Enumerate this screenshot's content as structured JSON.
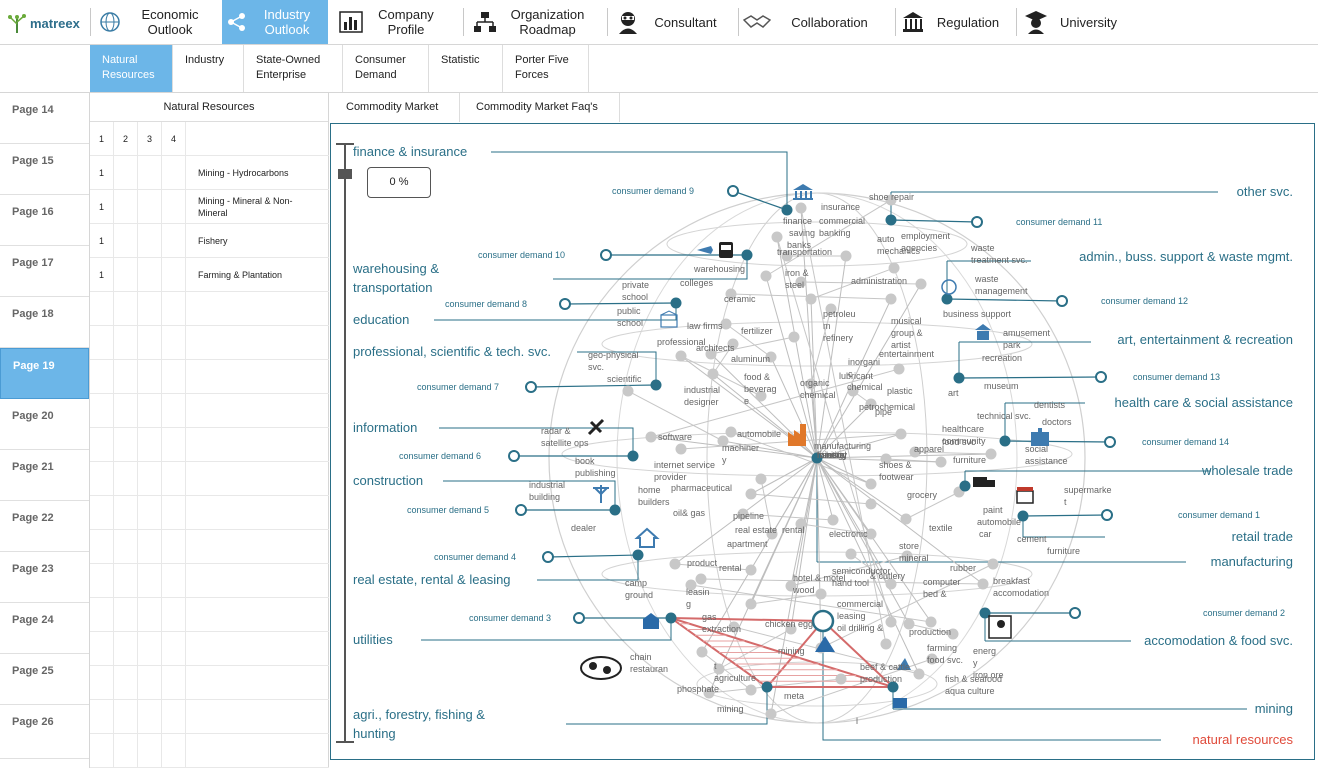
{
  "app": {
    "name": "matreex"
  },
  "topnav": [
    {
      "label": "Economic Outlook",
      "icon": "globe-icon"
    },
    {
      "label": "Industry Outlook",
      "icon": "share-icon",
      "active": true
    },
    {
      "label": "Company Profile",
      "icon": "bar-chart-icon"
    },
    {
      "label": "Organization Roadmap",
      "icon": "org-chart-icon"
    },
    {
      "label": "Consultant",
      "icon": "consultant-icon"
    },
    {
      "label": "Collaboration",
      "icon": "handshake-icon"
    },
    {
      "label": "Regulation",
      "icon": "courthouse-icon"
    },
    {
      "label": "University",
      "icon": "graduate-icon"
    }
  ],
  "subtabs": [
    {
      "label": "Natural Resources",
      "active": true
    },
    {
      "label": "Industry"
    },
    {
      "label": "State-Owned Enterprise"
    },
    {
      "label": "Consumer Demand"
    },
    {
      "label": "Statistic"
    },
    {
      "label": "Porter Five Forces"
    }
  ],
  "pages": [
    {
      "label": "Page 14"
    },
    {
      "label": "Page 15"
    },
    {
      "label": "Page 16"
    },
    {
      "label": "Page 17"
    },
    {
      "label": "Page 18"
    },
    {
      "label": "Page 19",
      "active": true
    },
    {
      "label": "Page 20"
    },
    {
      "label": "Page 21"
    },
    {
      "label": "Page 22"
    },
    {
      "label": "Page 23"
    },
    {
      "label": "Page 24"
    },
    {
      "label": "Page 25"
    },
    {
      "label": "Page 26"
    }
  ],
  "panel": {
    "title": "Natural Resources",
    "columns": [
      "1",
      "2",
      "3",
      "4"
    ],
    "rows": [
      {
        "level": "1",
        "name": "Mining - Hydrocarbons"
      },
      {
        "level": "1",
        "name": "Mining - Mineral & Non-Mineral"
      },
      {
        "level": "1",
        "name": "Fishery"
      },
      {
        "level": "1",
        "name": "Farming & Plantation"
      }
    ]
  },
  "content_tabs": [
    {
      "label": "Commodity Market"
    },
    {
      "label": "Commodity Market Faq's"
    }
  ],
  "slider": {
    "value": "0 %"
  },
  "sectors_left": [
    "finance & insurance",
    "warehousing &",
    "transportation",
    "education",
    "professional, scientific & tech. svc.",
    "information",
    "construction",
    "real estate, rental & leasing",
    "utilities",
    "agri., forestry, fishing &",
    "hunting"
  ],
  "sectors_right": [
    "other svc.",
    "admin., buss. support & waste mgmt.",
    "art, entertainment & recreation",
    "health care & social assistance",
    "wholesale trade",
    "retail trade",
    "manufacturing",
    "accomodation & food svc.",
    "mining"
  ],
  "highlight_sector": "natural resources",
  "consumer_demand": [
    "consumer demand 9",
    "consumer demand 10",
    "consumer demand 8",
    "consumer demand 7",
    "consumer demand 6",
    "consumer demand 5",
    "consumer demand 4",
    "consumer demand 3",
    "consumer demand 11",
    "consumer demand 12",
    "consumer demand 13",
    "consumer demand 14",
    "consumer demand 1",
    "consumer demand 2"
  ],
  "nodes": [
    "insurance",
    "shoe repair",
    "commercial",
    "banking",
    "finance",
    "saving",
    "banks",
    "transportation",
    "auto",
    "mechanics",
    "employment",
    "agencies",
    "waste",
    "treatment svc.",
    "warehousing",
    "colleges",
    "iron &",
    "steel",
    "administration",
    "waste",
    "management",
    "private",
    "school",
    "ceramic",
    "public",
    "school",
    "law firms",
    "fertilizer",
    "petroleu",
    "m",
    "refinery",
    "musical",
    "group &",
    "artist",
    "business support",
    "professional",
    "architects",
    "aluminum",
    "lubricant",
    "inorgani",
    "c",
    "entertainment",
    "amusement",
    "park",
    "recreation",
    "geo-physical",
    "svc.",
    "scientific",
    "food &",
    "beverag",
    "e",
    "organic",
    "chemical",
    "chemical",
    "plastic",
    "industrial",
    "designer",
    "pipe",
    "petrochemical",
    "art",
    "museum",
    "technical svc.",
    "dentists",
    "doctors",
    "healthcare",
    "radar &",
    "satellite ops",
    "software",
    "automobile",
    "machiner",
    "y",
    "manufacturing",
    "community",
    "food svc",
    "social",
    "assistance",
    "apparel",
    "book",
    "publishing",
    "internet service",
    "provider",
    "furniture",
    "shoes &",
    "footwear",
    "industrial",
    "building",
    "home",
    "builders",
    "pharmaceutical",
    "grocery",
    "supermarke",
    "t",
    "oil& gas",
    "pipeline",
    "paint",
    "automobile",
    "car",
    "dealer",
    "real estate",
    "apartment",
    "rental",
    "electronic",
    "textile",
    "cement",
    "furniture",
    "store",
    "mineral",
    "product",
    "rental",
    "semiconductor",
    "hand tool",
    "& cutlery",
    "rubber",
    "hotel & motel",
    "wood",
    "computer",
    "bed &",
    "breakfast",
    "accomodation",
    "camp",
    "ground",
    "leasin",
    "g",
    "commercial",
    "leasing",
    "oil drilling &",
    "gas",
    "extraction",
    "chicken egg",
    "production",
    "farming",
    "food svc.",
    "energ",
    "y",
    "iron ore",
    "mining",
    "chain",
    "restauran",
    "t",
    "agriculture",
    "beef & cattle",
    "production",
    "fish & seafood",
    "aqua culture",
    "phosphate",
    "mining",
    "meta",
    "l",
    "fishing",
    "hunting",
    "forestry",
    "mineral"
  ],
  "colors": {
    "accent": "#6cb6e8",
    "teal": "#2a6f87",
    "node": "#c8c8c8",
    "highlight": "#e04a3a"
  }
}
